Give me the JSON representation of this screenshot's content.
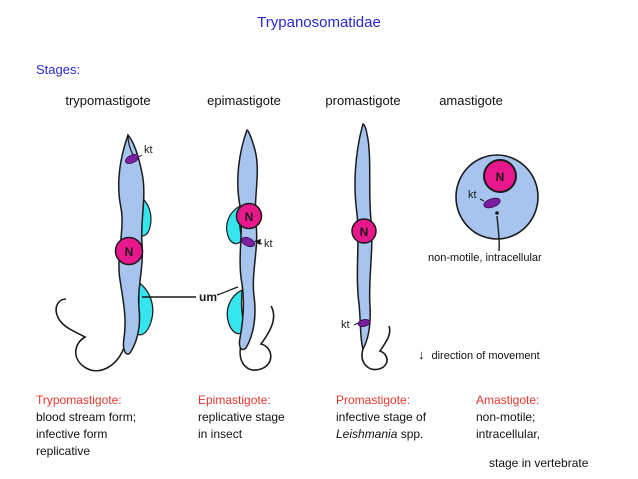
{
  "title": "Trypanosomatidae",
  "stages_label": "Stages:",
  "columns": [
    {
      "label": "trypomastigote",
      "heading": "Trypomastigote:",
      "lines": [
        "blood stream form;",
        "infective form",
        "replicative"
      ]
    },
    {
      "label": "epimastigote",
      "heading": "Epimastigote:",
      "lines": [
        "replicative stage",
        "in insect"
      ]
    },
    {
      "label": "promastigote",
      "heading": "Promastigote:",
      "lines": [
        "infective stage of"
      ],
      "italic": "Leishmania",
      "after_italic": " spp."
    },
    {
      "label": "amastigote",
      "heading": "Amastigote:",
      "lines": [
        "non-motile;",
        "intracellular,"
      ]
    }
  ],
  "diagram_labels": {
    "kt": "kt",
    "n": "N",
    "um": "um"
  },
  "amastigote_note": "non-motile, intracellular",
  "movement_arrow": "↓",
  "movement_note": "direction of movement",
  "vertebrate_note": "stage in vertebrate",
  "colors": {
    "title_blue": "#2829cc",
    "heading_red": "#e5372b",
    "body_blue": "#a6c4ee",
    "membrane_cyan": "#35e6ee",
    "nucleus_magenta": "#e8188c",
    "kinetoplast_purple": "#7b1fa2"
  }
}
